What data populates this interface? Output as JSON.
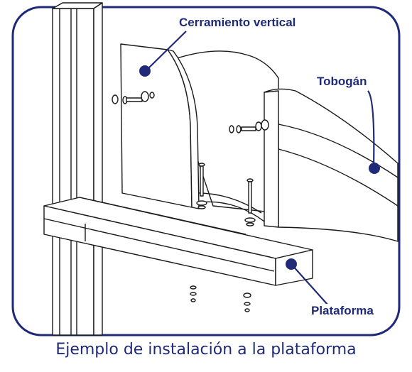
{
  "colors": {
    "accent": "#1f2a78",
    "line": "#1a1a1a",
    "background": "#ffffff"
  },
  "callouts": {
    "cerramiento": "Cerramiento vertical",
    "tobogan": "Tobogán",
    "plataforma": "Plataforma"
  },
  "caption": "Ejemplo de instalación a la plataforma"
}
